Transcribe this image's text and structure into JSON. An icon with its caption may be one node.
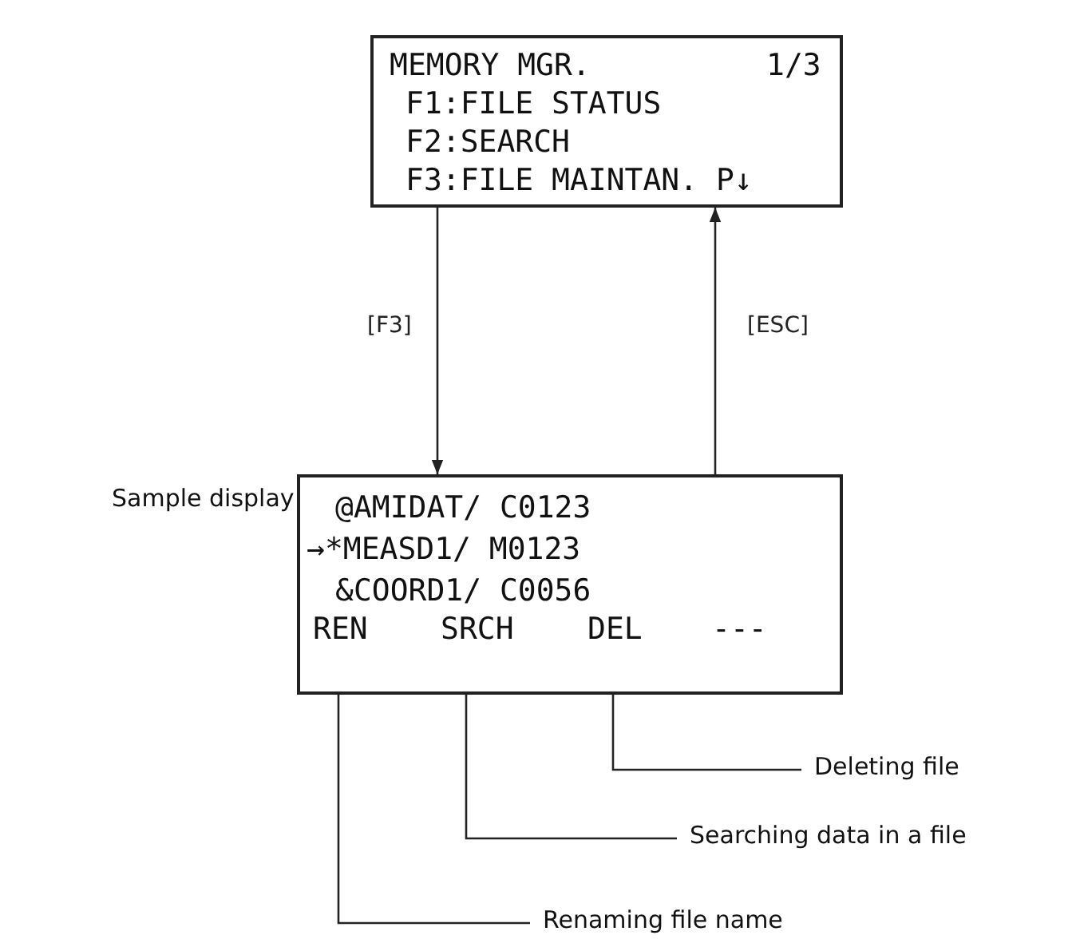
{
  "diagram": {
    "nodes": [
      {
        "text": [
          "MEMORY MGR.",
          "1/3",
          "F1:FILE STATUS",
          "F2:SEARCH",
          "F3:FILE MAINTAN. P↓"
        ]
      },
      {
        "text": [
          "@AMIDAT/ C0123",
          "→*MEASD1/ M0123",
          "&COORD1/ C0056"
        ],
        "beside": [
          "Sample display"
        ]
      },
      {
        "text": [
          "REN"
        ],
        "in": 1
      },
      {
        "text": [
          "SRCH"
        ],
        "in": 1
      },
      {
        "text": [
          "DEL"
        ],
        "in": 1
      },
      {
        "text": [
          "---"
        ],
        "in": 1
      },
      {
        "text": [
          "Deleting file"
        ]
      },
      {
        "text": [
          "Searching data in a file"
        ]
      },
      {
        "text": [
          "Renaming file name"
        ]
      }
    ],
    "edges": [
      {
        "from": 0,
        "to": 1,
        "arrow": "to",
        "label": "[F3]"
      },
      {
        "from": 1,
        "to": 0,
        "arrow": "to",
        "label": "[ESC]"
      },
      {
        "from": 6,
        "to": 4,
        "arrow": "none"
      },
      {
        "from": 7,
        "to": 3,
        "arrow": "none"
      },
      {
        "from": 8,
        "to": 2,
        "arrow": "none"
      }
    ]
  }
}
